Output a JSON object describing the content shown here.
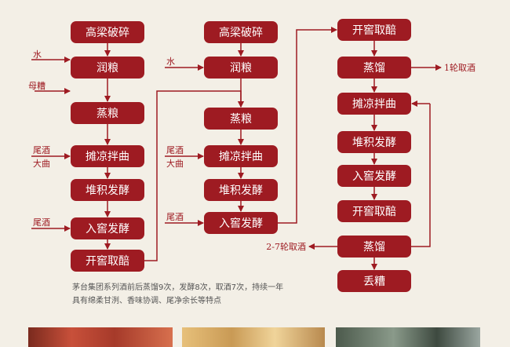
{
  "columns": [
    {
      "steps": [
        "高梁破碎",
        "润粮",
        "蒸粮",
        "摊凉拌曲",
        "堆积发酵",
        "入窖发酵",
        "开窖取醅"
      ],
      "inputs": [
        {
          "label": "水",
          "step": 1
        },
        {
          "label": "母糟",
          "step": 1
        },
        {
          "label": "尾酒",
          "step": 3
        },
        {
          "label": "大曲",
          "step": 3
        },
        {
          "label": "尾酒",
          "step": 5
        }
      ]
    },
    {
      "steps": [
        "高梁破碎",
        "润粮",
        "蒸粮",
        "摊凉拌曲",
        "堆积发酵",
        "入窖发酵"
      ],
      "inputs": [
        {
          "label": "水",
          "step": 1
        },
        {
          "label": "尾酒",
          "step": 3
        },
        {
          "label": "大曲",
          "step": 3
        },
        {
          "label": "尾酒",
          "step": 5
        }
      ]
    },
    {
      "steps": [
        "开窖取醅",
        "蒸馏",
        "摊凉拌曲",
        "堆积发酵",
        "入窖发酵",
        "开窖取醅",
        "蒸馏",
        "丢糟"
      ],
      "outputs": [
        {
          "label": "1轮取酒",
          "step": 1,
          "side": "right"
        },
        {
          "label": "2-7轮取酒",
          "step": 6,
          "side": "left"
        }
      ]
    }
  ],
  "caption": {
    "line1": "茅台集团系列酒前后蒸馏9次，发酵8次，取酒7次，持续一年",
    "line2": "具有绵柔甘洌、香味协调、尾净余长等特点"
  },
  "colors": {
    "box": "#9e1b22",
    "arrow": "#9e1b22",
    "text": "#ffffff",
    "background": "#f3efe6"
  }
}
